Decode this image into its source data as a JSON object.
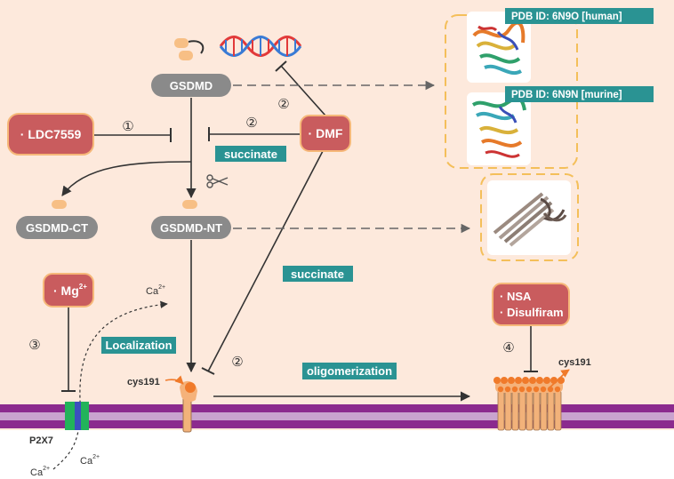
{
  "nodes": {
    "gsdmd": "GSDMD",
    "gsdmd_ct": "GSDMD-CT",
    "gsdmd_nt": "GSDMD-NT",
    "p2x7": "P2X7"
  },
  "inhibitors": {
    "ldc7559": "· LDC7559",
    "dmf": "· DMF",
    "mg_base": "· Mg",
    "mg_sup": "2+",
    "nsa": "· NSA",
    "disulfiram": "· Disulfiram"
  },
  "tags": {
    "succinate_top": "succinate",
    "succinate_mid": "succinate",
    "localization": "Localization",
    "oligomerization": "oligomerization"
  },
  "pdb": {
    "human": "PDB ID: 6N9O  [human]",
    "murine": "PDB ID:  6N9N  [murine]"
  },
  "markers": {
    "one": "①",
    "two_top": "②",
    "two_right": "②",
    "two_bottom": "②",
    "three": "③",
    "four": "④"
  },
  "ions": {
    "ca": "Ca",
    "sup": "2+"
  },
  "cys": {
    "left": "cys191",
    "right": "cys191"
  },
  "colors": {
    "background": "#fde9dc",
    "inhibitor_fill": "#c95c5e",
    "inhibitor_border": "#f6b879",
    "node_gray": "#8a8a8a",
    "teal": "#2a9393",
    "membrane_purple": "#8b2a8e",
    "membrane_light": "#c9a3cf",
    "orange": "#f07a2a",
    "peach": "#f7bf85",
    "receptor_green": "#22b35a",
    "receptor_blue": "#3c4fbf"
  }
}
